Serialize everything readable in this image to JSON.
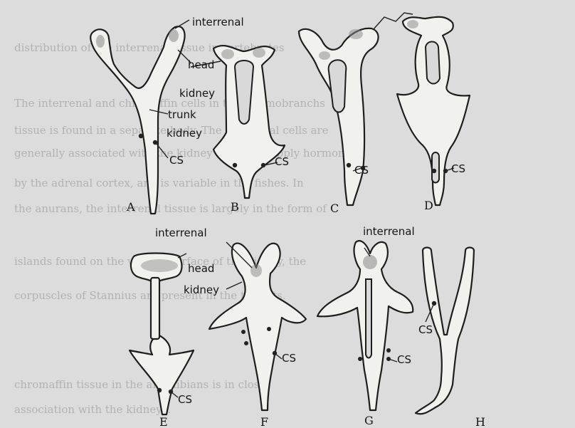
{
  "background_text": [
    "distribution of the interrenal tissue in vertebrates",
    "The interrenal and chromaffin cells in the elasmobranchs",
    "tissue is found in a separate body. The interrenal cells are",
    "generally associated with the kidney but they supply hormone",
    "by the adrenal cortex, and is variable in the fishes. In",
    "the anurans, the interrenal tissue is largely in the form of",
    "islands found on the ventral surface of the kidney, the",
    "corpuscles of Stannius are present in the teleosts.",
    "chromaffin tissue in the amphibians is in close",
    "association with the kidneys."
  ],
  "labels": {
    "interrenal_top": "interrenal",
    "head_kidney_top": "head\nkidney",
    "trunk_kidney": "trunk\nkidney",
    "cs": "CS",
    "interrenal_mid": "interrenal",
    "interrenal_right": "interrenal",
    "head_kidney_bottom": "head\nkidney"
  },
  "diagram_letters": [
    "A",
    "B",
    "C",
    "D",
    "E",
    "F",
    "G",
    "H"
  ]
}
